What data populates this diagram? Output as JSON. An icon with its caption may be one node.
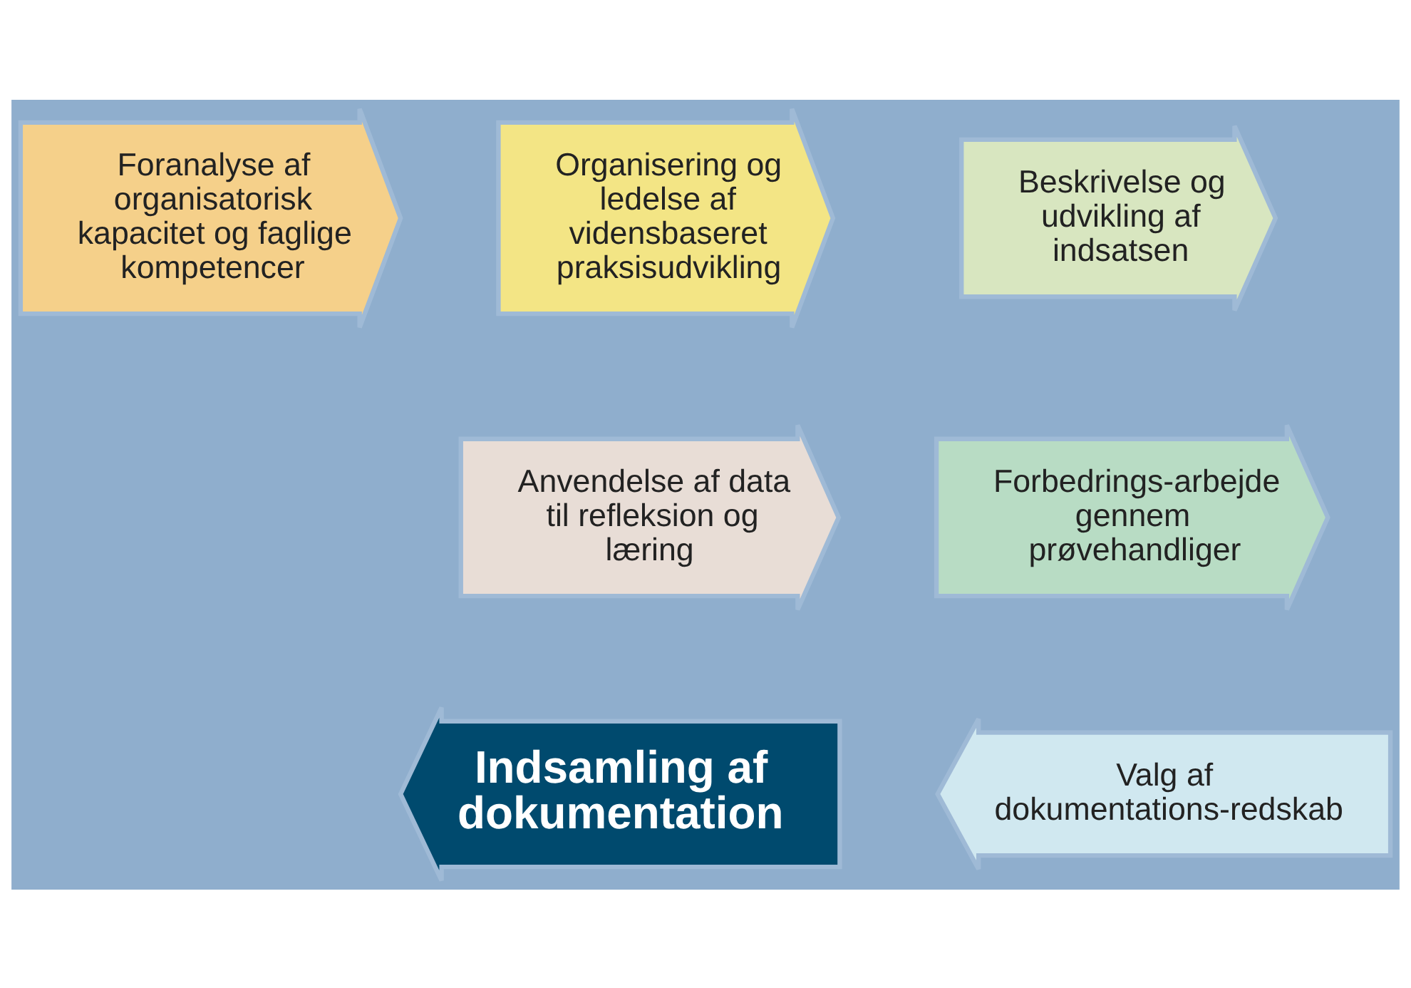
{
  "diagram": {
    "nodes": [
      {
        "text": [
          "Foranalyse af organisatorisk kapacitet og faglige kompetencer"
        ]
      },
      {
        "text": [
          "Organisering og ledelse af vidensbaseret praksisudvikling"
        ]
      },
      {
        "text": [
          "Beskrivelse og udvikling af indsatsen"
        ]
      },
      {
        "text": [
          "Forbedrings-arbejde gennem prøvehandliger"
        ]
      },
      {
        "text": [
          "Valg af dokumentations-redskab"
        ]
      },
      {
        "text": [
          "Indsamling af dokumentation"
        ]
      },
      {
        "text": [
          "Anvendelse af data til refleksion og læring"
        ]
      }
    ]
  }
}
